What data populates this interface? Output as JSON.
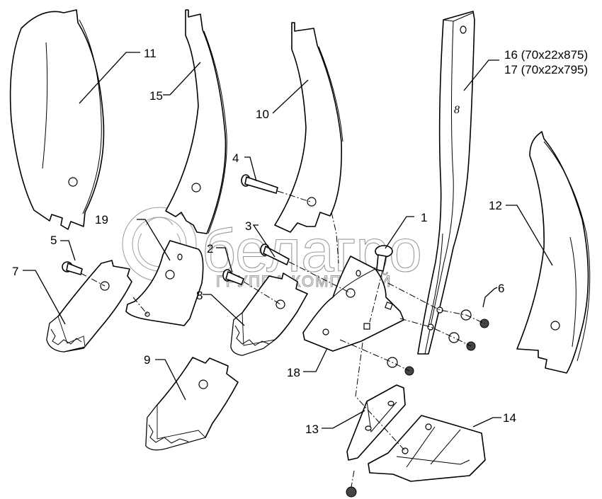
{
  "diagram": {
    "type": "exploded-parts-view",
    "subject": "cultivator shank with mouldboard wings and shares",
    "watermark": {
      "brand": "белагро",
      "subtitle": "ГРУППА КОМПАНИЙ"
    },
    "parts": [
      {
        "id": "1",
        "label": "1",
        "kind": "carriage-bolt"
      },
      {
        "id": "2",
        "label": "2",
        "kind": "countersunk-bolt"
      },
      {
        "id": "3",
        "label": "3",
        "kind": "countersunk-bolt"
      },
      {
        "id": "4",
        "label": "4",
        "kind": "countersunk-bolt"
      },
      {
        "id": "5",
        "label": "5",
        "kind": "countersunk-bolt"
      },
      {
        "id": "6",
        "label": "6",
        "kind": "washer-nut"
      },
      {
        "id": "7",
        "label": "7",
        "kind": "hardfaced-share"
      },
      {
        "id": "8",
        "label": "8",
        "kind": "hardfaced-share"
      },
      {
        "id": "9",
        "label": "9",
        "kind": "hardfaced-share"
      },
      {
        "id": "10",
        "label": "10",
        "kind": "mouldboard-strip"
      },
      {
        "id": "11",
        "label": "11",
        "kind": "mouldboard-wide"
      },
      {
        "id": "12",
        "label": "12",
        "kind": "mouldboard-curved"
      },
      {
        "id": "13",
        "label": "13",
        "kind": "bracket"
      },
      {
        "id": "14",
        "label": "14",
        "kind": "wing-share"
      },
      {
        "id": "15",
        "label": "15",
        "kind": "mouldboard-strip"
      },
      {
        "id": "16",
        "label": "16 (70x22x875)",
        "kind": "shank"
      },
      {
        "id": "17",
        "label": "17 (70x22x795)",
        "kind": "shank"
      },
      {
        "id": "18",
        "label": "18",
        "kind": "share-holder"
      },
      {
        "id": "19",
        "label": "19",
        "kind": "share-adapter"
      }
    ]
  }
}
